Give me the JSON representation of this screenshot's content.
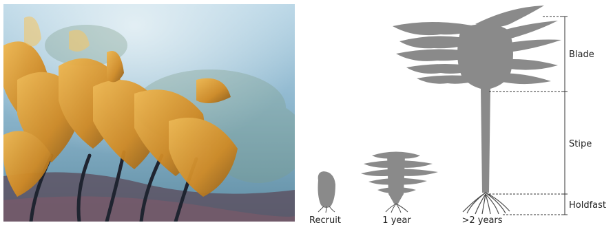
{
  "figure": {
    "stages": {
      "recruit": "Recruit",
      "one_year": "1 year",
      "two_years": ">2 years"
    },
    "parts": {
      "blade": "Blade",
      "stipe": "Stipe",
      "holdfast": "Holdfast"
    }
  },
  "colors": {
    "kelp_gray": "#8a8a8a",
    "holdfast_dark": "#4a4a4a",
    "water_top": "#9fc3dc",
    "water_bottom": "#6f9ab0",
    "kelp_orange": "#d9962e"
  }
}
